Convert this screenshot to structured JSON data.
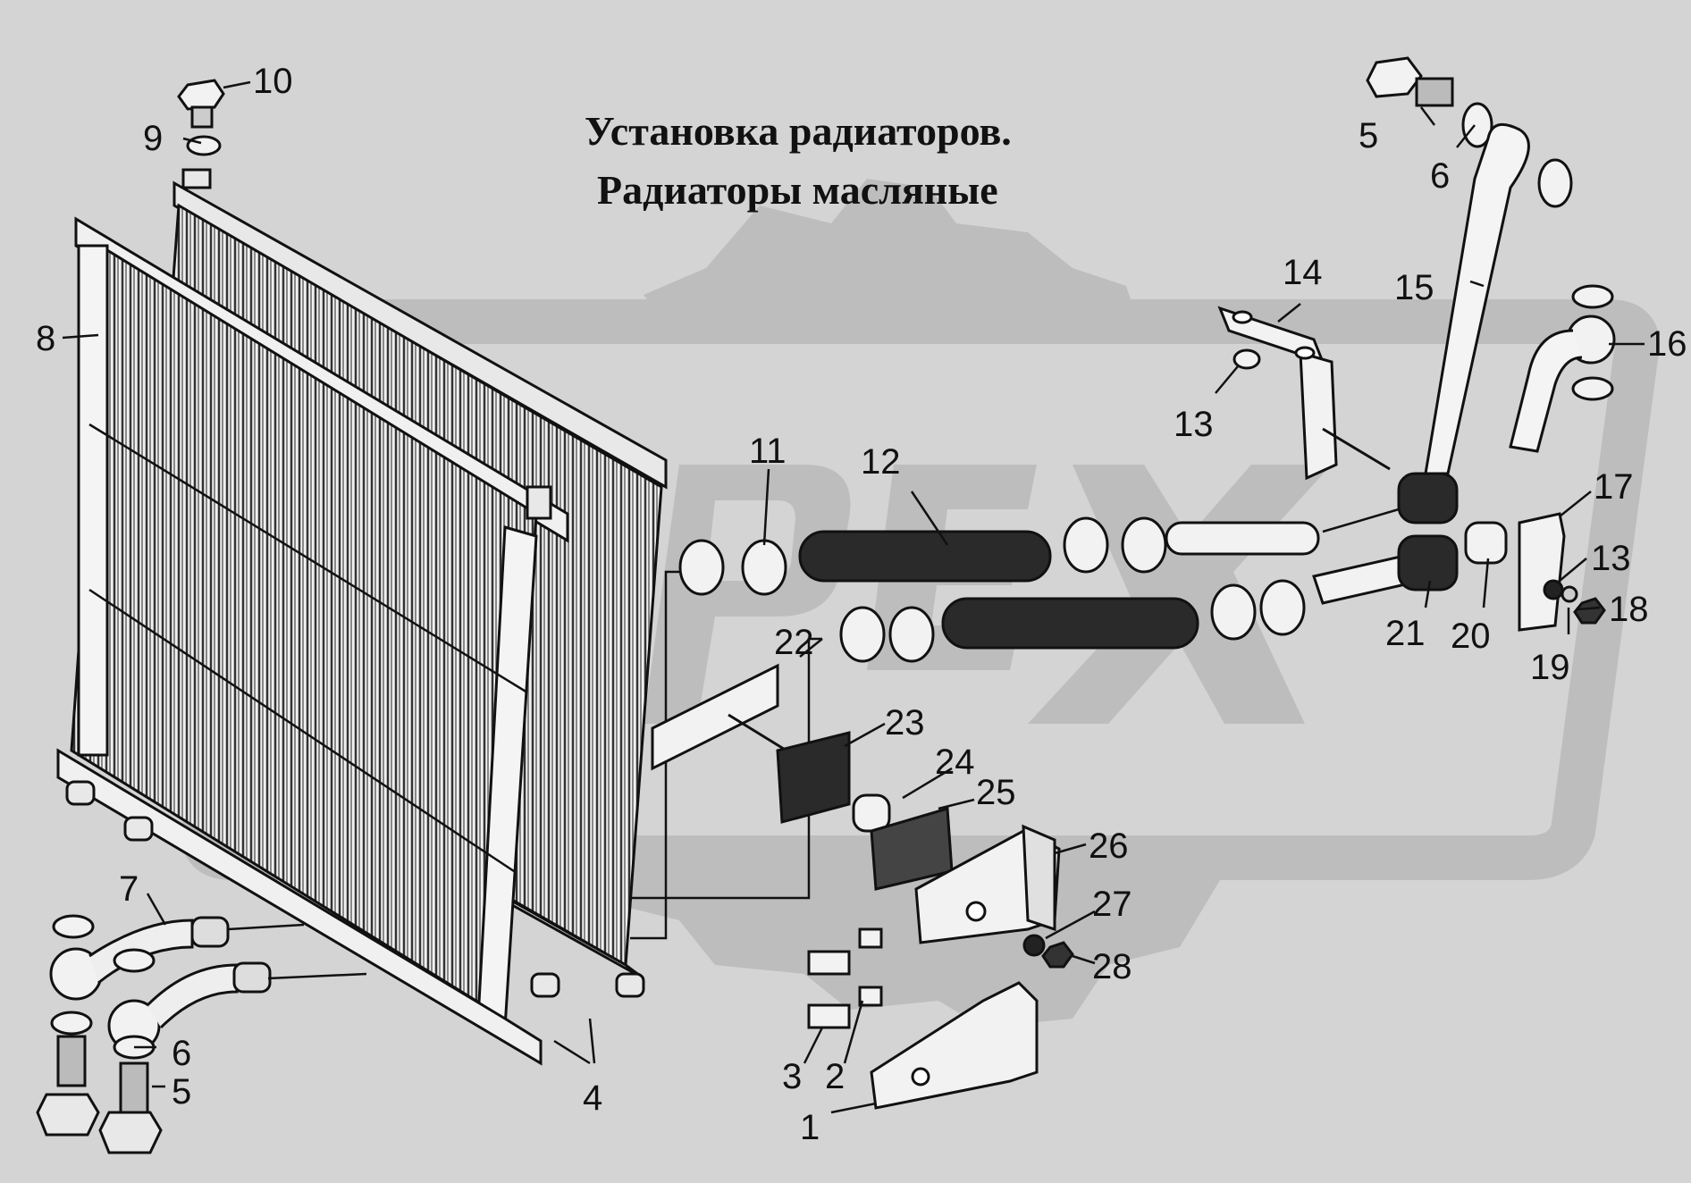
{
  "title": {
    "line1": "Установка радиаторов.",
    "line2": "Радиаторы масляные"
  },
  "callouts": [
    {
      "id": "c10a",
      "text": "10"
    },
    {
      "id": "c9",
      "text": "9"
    },
    {
      "id": "c8",
      "text": "8"
    },
    {
      "id": "c7",
      "text": "7"
    },
    {
      "id": "c6a",
      "text": "6"
    },
    {
      "id": "c5a",
      "text": "5"
    },
    {
      "id": "c4",
      "text": "4"
    },
    {
      "id": "c5b",
      "text": "5"
    },
    {
      "id": "c6b",
      "text": "6"
    },
    {
      "id": "c15",
      "text": "15"
    },
    {
      "id": "c16",
      "text": "16"
    },
    {
      "id": "c14",
      "text": "14"
    },
    {
      "id": "c13a",
      "text": "13"
    },
    {
      "id": "c11",
      "text": "11"
    },
    {
      "id": "c12",
      "text": "12"
    },
    {
      "id": "c17",
      "text": "17"
    },
    {
      "id": "c13b",
      "text": "13"
    },
    {
      "id": "c18",
      "text": "18"
    },
    {
      "id": "c19",
      "text": "19"
    },
    {
      "id": "c20",
      "text": "20"
    },
    {
      "id": "c21",
      "text": "21"
    },
    {
      "id": "c22",
      "text": "22"
    },
    {
      "id": "c23",
      "text": "23"
    },
    {
      "id": "c24",
      "text": "24"
    },
    {
      "id": "c25",
      "text": "25"
    },
    {
      "id": "c26",
      "text": "26"
    },
    {
      "id": "c27",
      "text": "27"
    },
    {
      "id": "c28",
      "text": "28"
    },
    {
      "id": "c3",
      "text": "3"
    },
    {
      "id": "c2",
      "text": "2"
    },
    {
      "id": "c1",
      "text": "1"
    }
  ],
  "colors": {
    "background": "#d4d4d4",
    "watermark": "#bdbdbd",
    "ink": "#111111",
    "part_fill": "#f2f2f2",
    "dark_fill": "#2a2a2a"
  }
}
